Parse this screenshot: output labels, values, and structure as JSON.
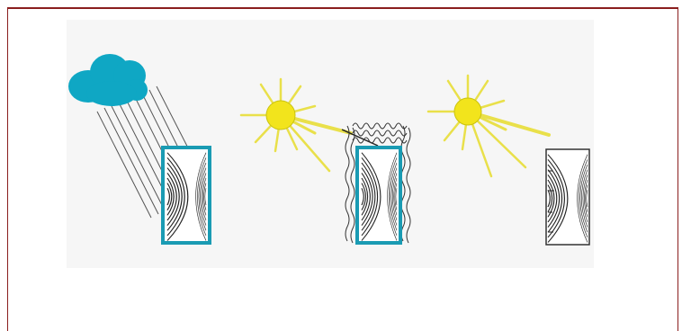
{
  "colors": {
    "frame": "#8a1e1e",
    "panel": "#f6f6f6",
    "cloud": "#0fa7c4",
    "sun": "#f2e41c",
    "sun_outline": "#c9c20f",
    "rays": "#e9e04a",
    "wood_frame_blue": "#1a9bb3",
    "grain": "#222222",
    "rain": "#555555"
  },
  "scenes": [
    {
      "id": "rain",
      "icons": [
        "cloud-icon",
        "rain-lines"
      ],
      "timber": "blue-sealed"
    },
    {
      "id": "sun-moisture",
      "icons": [
        "sun-icon",
        "moisture-waves"
      ],
      "timber": "blue-sealed"
    },
    {
      "id": "sun-dry",
      "icons": [
        "sun-icon",
        "cracks"
      ],
      "timber": "plain"
    }
  ]
}
